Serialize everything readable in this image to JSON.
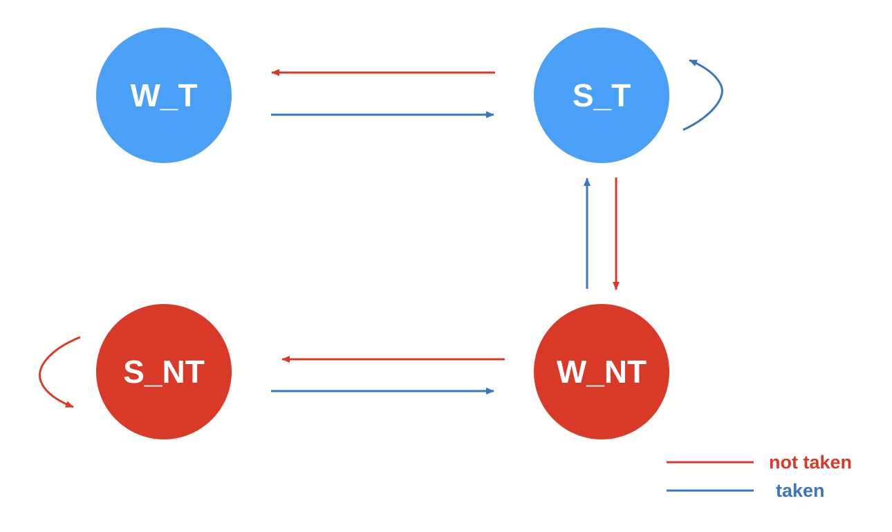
{
  "colors": {
    "taken_state": "#4aa0f7",
    "not_taken_state": "#d83a27",
    "taken_edge": "#3a76bd",
    "not_taken_edge": "#d83a27",
    "background": "#ffffff"
  },
  "states": {
    "weak_taken": "W_T",
    "strong_taken": "S_T",
    "strong_not_taken": "S_NT",
    "weak_not_taken": "W_NT"
  },
  "transitions": [
    {
      "from": "S_T",
      "to": "W_T",
      "outcome": "not taken"
    },
    {
      "from": "W_T",
      "to": "S_T",
      "outcome": "taken"
    },
    {
      "from": "S_T",
      "to": "S_T",
      "outcome": "taken"
    },
    {
      "from": "S_T",
      "to": "W_NT",
      "outcome": "not taken"
    },
    {
      "from": "W_NT",
      "to": "S_T",
      "outcome": "taken"
    },
    {
      "from": "W_NT",
      "to": "S_NT",
      "outcome": "not taken"
    },
    {
      "from": "S_NT",
      "to": "W_NT",
      "outcome": "taken"
    },
    {
      "from": "S_NT",
      "to": "S_NT",
      "outcome": "not taken"
    }
  ],
  "legend": {
    "not_taken": "not taken",
    "taken": "taken"
  }
}
